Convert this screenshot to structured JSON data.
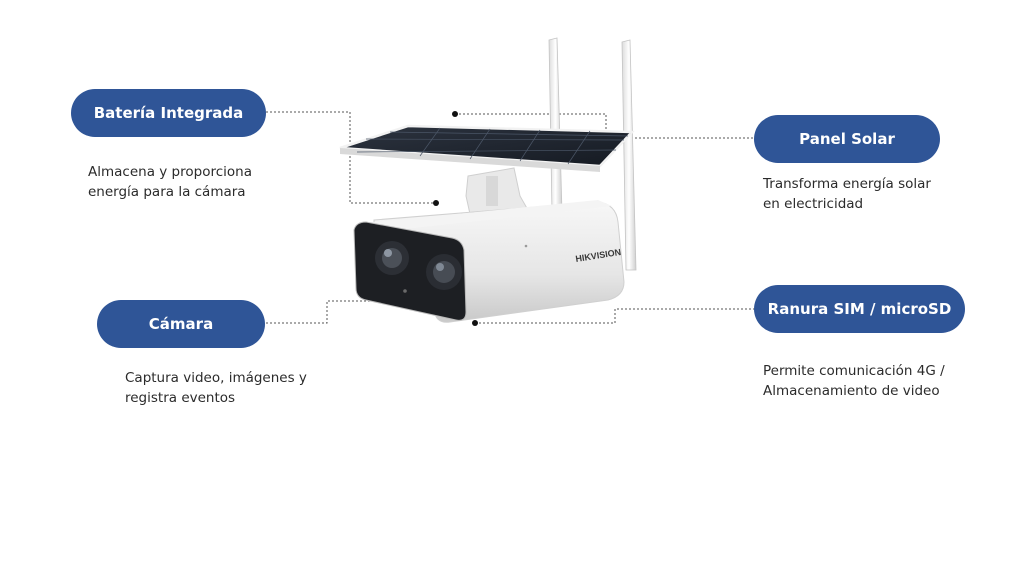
{
  "callouts": [
    {
      "id": "bateria",
      "label": "Batería Integrada",
      "lines": [
        "Almacena y proporciona",
        "energía para la cámara"
      ]
    },
    {
      "id": "panel",
      "label": "Panel Solar",
      "lines": [
        "Transforma energía solar",
        "en electricidad"
      ]
    },
    {
      "id": "camara",
      "label": "Cámara",
      "lines": [
        "Captura video, imágenes y",
        "registra eventos"
      ]
    },
    {
      "id": "ranura",
      "label": "Ranura SIM / microSD",
      "lines": [
        "Permite comunicación 4G /",
        "Almacenamiento de video"
      ]
    }
  ],
  "device": {
    "brand_text": "HIKVISION"
  },
  "colors": {
    "pill": "#2f5597",
    "text": "#2b2b2b",
    "leader": "#555555"
  }
}
